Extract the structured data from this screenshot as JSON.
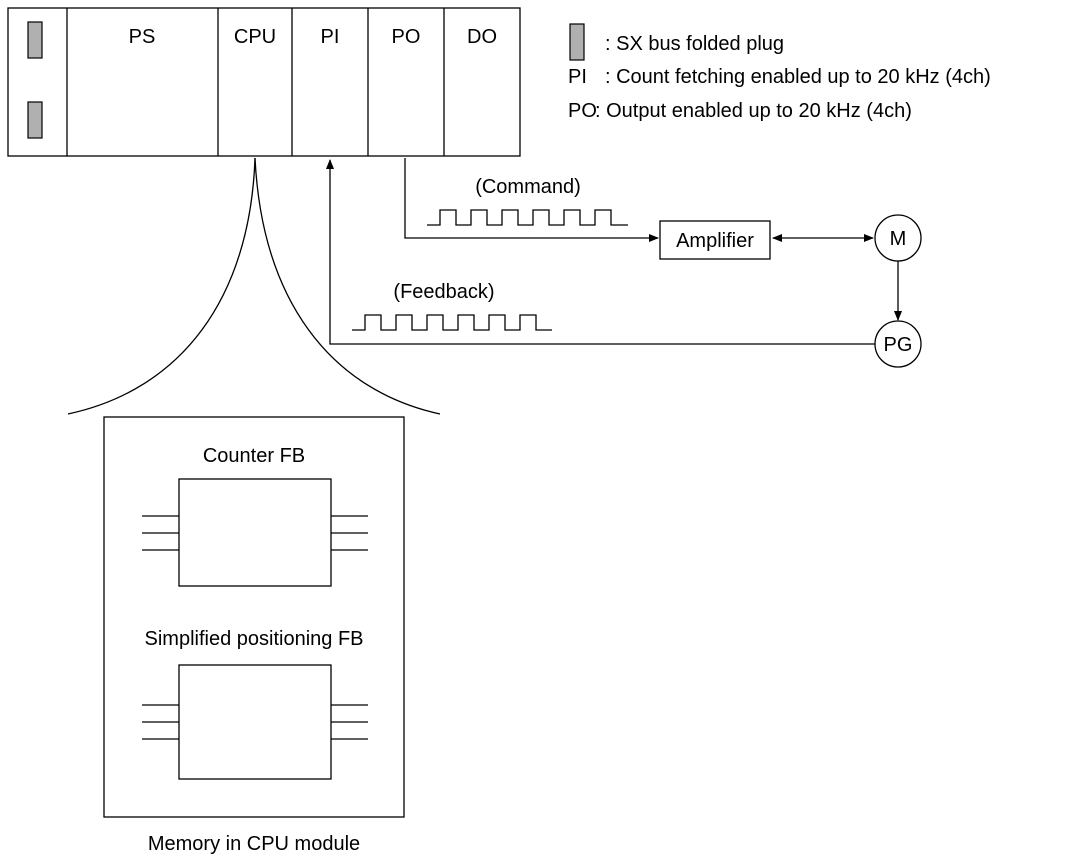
{
  "plc": {
    "slots": [
      "PS",
      "CPU",
      "PI",
      "PO",
      "DO"
    ],
    "plug_color": "#b0b0b0"
  },
  "legend": [
    {
      "key": "",
      "text": ": SX bus folded plug"
    },
    {
      "key": "PI",
      "text": ": Count fetching enabled up to 20 kHz (4ch)"
    },
    {
      "key": "PO",
      "text": ": Output enabled up to 20 kHz (4ch)"
    }
  ],
  "signals": {
    "command_label": "(Command)",
    "feedback_label": "(Feedback)"
  },
  "devices": {
    "amplifier": "Amplifier",
    "motor": "M",
    "pg": "PG"
  },
  "memory": {
    "counter_fb": "Counter FB",
    "positioning_fb": "Simplified positioning FB",
    "caption": "Memory in CPU module"
  }
}
